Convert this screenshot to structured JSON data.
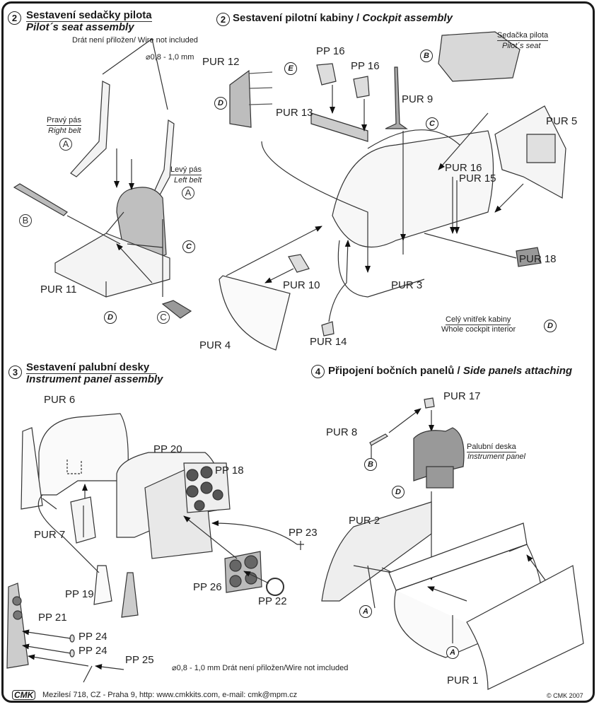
{
  "sections": {
    "seat": {
      "step": "2",
      "title_cz": "Sestavení sedačky pilota",
      "title_en": "Pilot´s seat assembly",
      "wire_note": "Drát není přiložen/ Wire not included",
      "wire_dia": "⌀0,8 - 1,0 mm",
      "right_belt_cz": "Pravý pás",
      "right_belt_en": "Right belt",
      "left_belt_cz": "Levý pás",
      "left_belt_en": "Left belt",
      "part_label": "PUR 11"
    },
    "cockpit": {
      "step": "2",
      "title_cz": "Sestavení pilotní kabiny / ",
      "title_en": "Cockpit assembly",
      "seat_cz": "Sedačka pilota",
      "seat_en": "Pilot´s seat",
      "interior_cz": "Celý vnitřek kabiny",
      "interior_en": "Whole cockpit interior",
      "parts": {
        "pur12": "PUR 12",
        "pp16a": "PP 16",
        "pp16b": "PP 16",
        "pur13": "PUR 13",
        "pur9": "PUR 9",
        "pur5": "PUR 5",
        "pur16": "PUR 16",
        "pur15": "PUR 15",
        "pur18": "PUR 18",
        "pur10": "PUR 10",
        "pur3": "PUR 3",
        "pur4": "PUR 4",
        "pur14": "PUR 14"
      }
    },
    "panel": {
      "step": "3",
      "title_cz": "Sestavení palubní desky",
      "title_en": "Instrument panel assembly",
      "wire_note": "⌀0,8 - 1,0 mm Drát není přiložen/Wire not imcluded",
      "parts": {
        "pur6": "PUR 6",
        "pp20": "PP 20",
        "pp18": "PP 18",
        "pur7": "PUR 7",
        "pp23": "PP 23",
        "pp19": "PP 19",
        "pp26": "PP 26",
        "pp22": "PP 22",
        "pp21": "PP 21",
        "pp24a": "PP 24",
        "pp24b": "PP 24",
        "pp25": "PP 25"
      }
    },
    "side": {
      "step": "4",
      "title_cz": "Připojení bočních panelů / ",
      "title_en": "Side panels attaching",
      "panel_cz": "Palubní deska",
      "panel_en": "Instrument panel",
      "parts": {
        "pur17": "PUR 17",
        "pur8": "PUR 8",
        "pur2": "PUR 2",
        "pur1": "PUR 1"
      }
    }
  },
  "callouts": {
    "A": "A",
    "B": "B",
    "C": "C",
    "D": "D",
    "E": "E"
  },
  "footer": {
    "logo": "CMK",
    "address": "Mezilesí 718, CZ - Praha 9,  http: www.cmkkits.com, e-mail: cmk@mpm.cz",
    "copyright": "© CMK 2007"
  }
}
